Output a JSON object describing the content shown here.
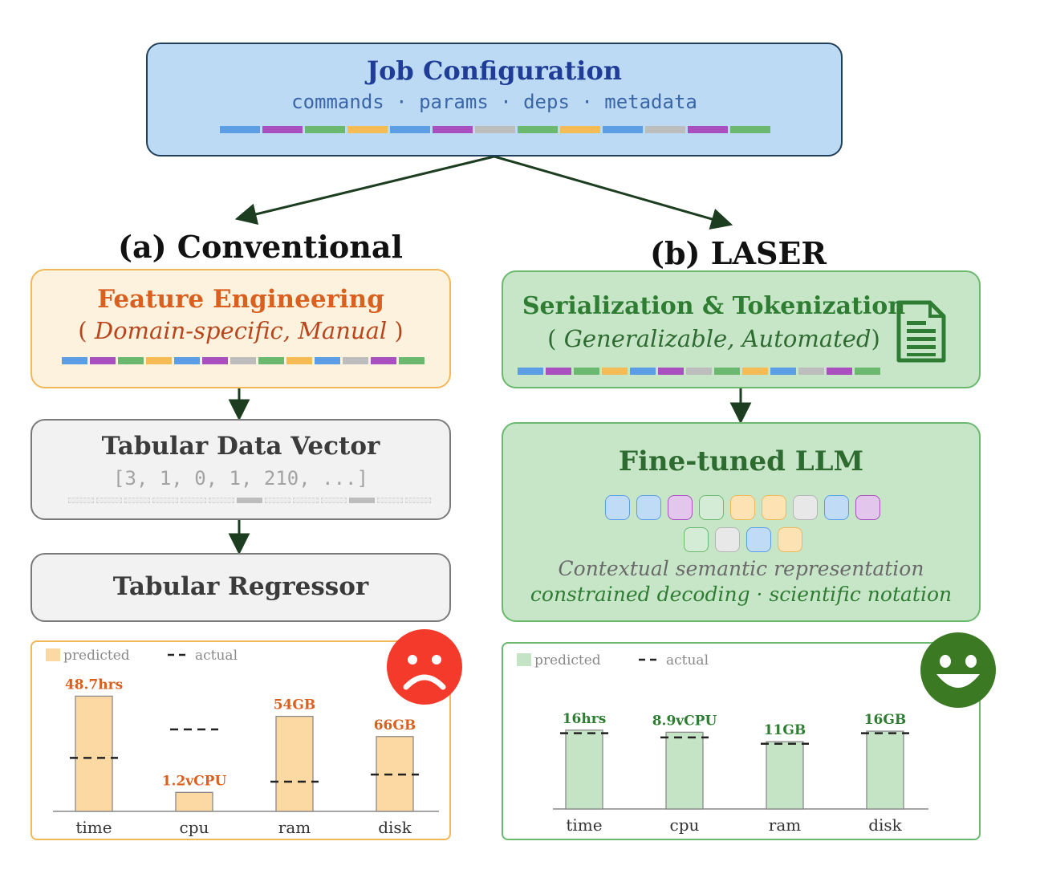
{
  "job": {
    "title": "Job Configuration",
    "subtitle": "commands · params · deps · metadata"
  },
  "conventional": {
    "heading": "(a) Conventional",
    "feature": {
      "title": "Feature Engineering",
      "sub_open": "( ",
      "sub": "Domain-specific, Manual",
      "sub_close": " )"
    },
    "tabular_vector": {
      "title": "Tabular Data Vector",
      "values": "[3, 1, 0, 1, 210, ...]"
    },
    "regressor": {
      "title": "Tabular Regressor"
    }
  },
  "laser": {
    "heading": "(b) LASER",
    "serial": {
      "title": "Serialization & Tokenization",
      "sub_open": "( ",
      "sub": "Generalizable, Automated",
      "sub_close": ")"
    },
    "llm": {
      "title": "Fine-tuned LLM",
      "line1": "Contextual semantic representation",
      "line2": "constrained decoding · scientific notation"
    }
  },
  "colors": {
    "blue": "#5b9ee6",
    "purple": "#a94fbf",
    "green": "#6ab96e",
    "orange": "#f5bb55",
    "gray": "#bdbdbd",
    "conv_bar": "#fcd9a3",
    "conv_label": "#d9601f",
    "laser_bar": "#c5e4c6",
    "laser_label": "#2e7d32"
  },
  "chart_data": [
    {
      "type": "bar",
      "categories": [
        "time",
        "cpu",
        "ram",
        "disk"
      ],
      "legend": [
        "predicted",
        "actual"
      ],
      "series": [
        {
          "name": "predicted",
          "values": [
            48.7,
            1.2,
            54,
            66
          ],
          "labels": [
            "48.7hrs",
            "1.2vCPU",
            "54GB",
            "66GB"
          ],
          "display": [
            0.97,
            0.16,
            0.8,
            0.63
          ]
        },
        {
          "name": "actual",
          "display": [
            0.45,
            0.69,
            0.25,
            0.31
          ]
        }
      ]
    },
    {
      "type": "bar",
      "categories": [
        "time",
        "cpu",
        "ram",
        "disk"
      ],
      "legend": [
        "predicted",
        "actual"
      ],
      "series": [
        {
          "name": "predicted",
          "values": [
            16,
            8.9,
            11,
            16
          ],
          "labels": [
            "16hrs",
            "8.9vCPU",
            "11GB",
            "16GB"
          ],
          "display": [
            0.75,
            0.73,
            0.64,
            0.74
          ]
        },
        {
          "name": "actual",
          "display": [
            0.72,
            0.68,
            0.62,
            0.72
          ]
        }
      ]
    }
  ]
}
